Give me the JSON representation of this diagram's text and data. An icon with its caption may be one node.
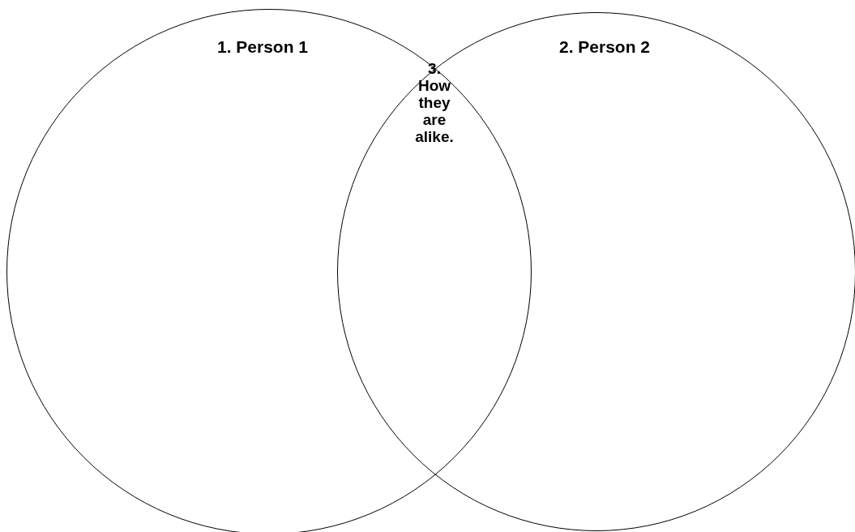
{
  "diagram": {
    "nodes": [
      {
        "text": [
          "1. Person 1"
        ]
      },
      {
        "text": [
          "2. Person 2"
        ]
      }
    ],
    "labels": [
      "3. How they are alike."
    ]
  }
}
